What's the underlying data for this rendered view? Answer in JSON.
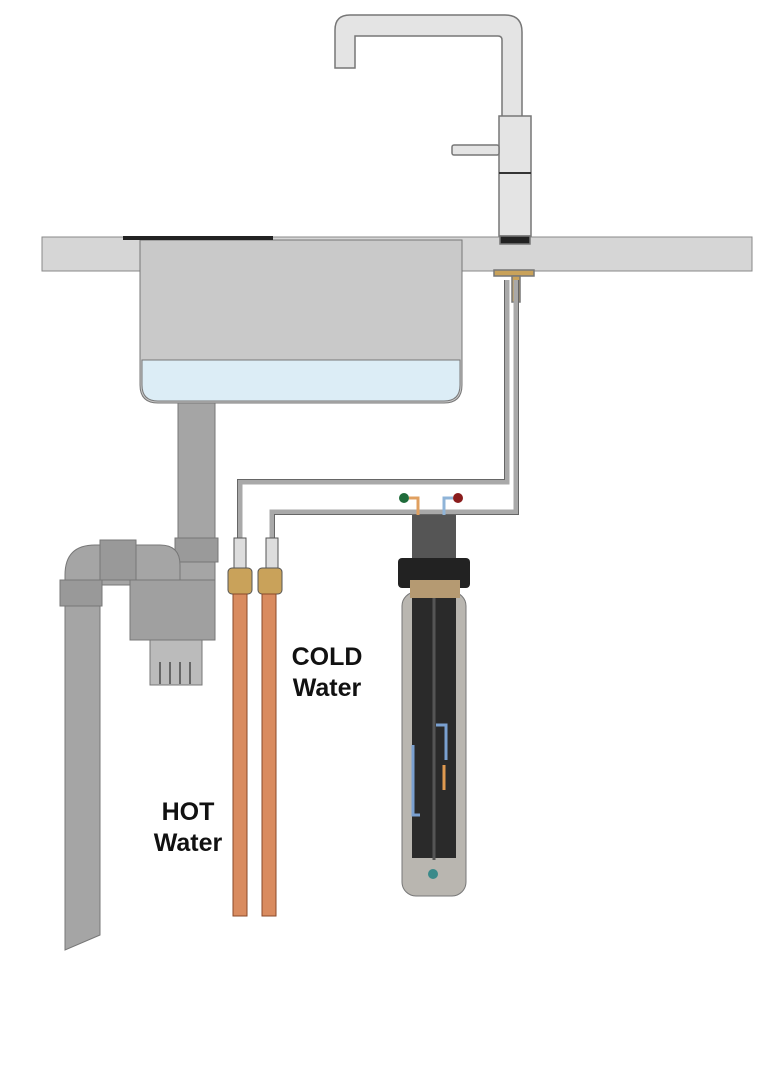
{
  "labels": {
    "cold_line1": "COLD",
    "cold_line2": "Water",
    "hot_line1": "HOT",
    "hot_line2": "Water"
  },
  "colors": {
    "counter": "#d6d6d6",
    "sink": "#c9c9c9",
    "water": "#dcedf6",
    "copper": "#d98b5f",
    "brass": "#c9a25a",
    "pipe": "#a9a9a9",
    "filter_cap": "#222222"
  }
}
